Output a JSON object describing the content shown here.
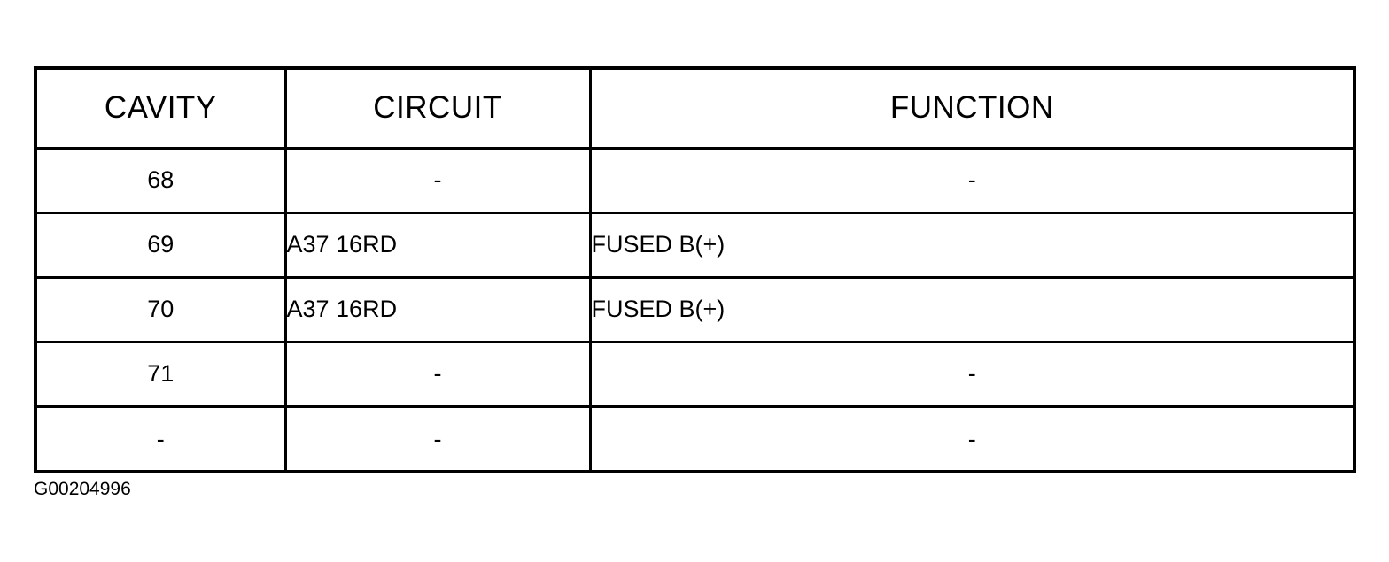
{
  "table": {
    "headers": [
      "CAVITY",
      "CIRCUIT",
      "FUNCTION"
    ],
    "rows": [
      {
        "cavity": "68",
        "circuit": "-",
        "function": "-"
      },
      {
        "cavity": "69",
        "circuit": "A37 16RD",
        "function": "FUSED B(+)"
      },
      {
        "cavity": "70",
        "circuit": "A37 16RD",
        "function": "FUSED B(+)"
      },
      {
        "cavity": "71",
        "circuit": "-",
        "function": "-"
      },
      {
        "cavity": "-",
        "circuit": "-",
        "function": "-"
      }
    ]
  },
  "figure_id": "G00204996"
}
